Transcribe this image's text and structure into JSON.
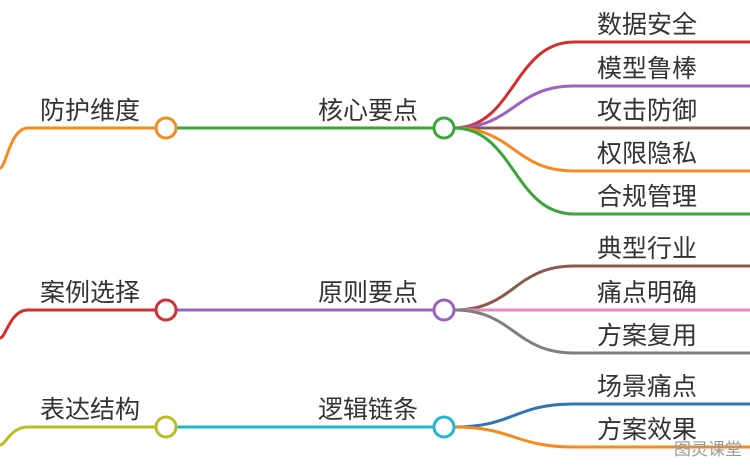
{
  "branches": [
    {
      "label": "防护维度",
      "color": "#f58a1f",
      "sub": {
        "label": "核心要点",
        "color": "#3aa63a",
        "leaves": [
          {
            "label": "数据安全",
            "color": "#d22f2f"
          },
          {
            "label": "模型鲁棒",
            "color": "#9a63c0"
          },
          {
            "label": "攻击防御",
            "color": "#8c5a4a"
          },
          {
            "label": "权限隐私",
            "color": "#f58a1f"
          },
          {
            "label": "合规管理",
            "color": "#3aa63a"
          }
        ]
      }
    },
    {
      "label": "案例选择",
      "color": "#d22f2f",
      "sub": {
        "label": "原则要点",
        "color": "#9a63c0",
        "leaves": [
          {
            "label": "典型行业",
            "color": "#8c5a4a"
          },
          {
            "label": "痛点明确",
            "color": "#e58ac8"
          },
          {
            "label": "方案复用",
            "color": "#7f7f7f"
          }
        ]
      }
    },
    {
      "label": "表达结构",
      "color": "#bcbd22",
      "sub": {
        "label": "逻辑链条",
        "color": "#1fb9cf",
        "leaves": [
          {
            "label": "场景痛点",
            "color": "#2f74b3"
          },
          {
            "label": "方案效果",
            "color": "#f58a1f"
          }
        ]
      }
    }
  ],
  "watermark": "图灵课堂"
}
